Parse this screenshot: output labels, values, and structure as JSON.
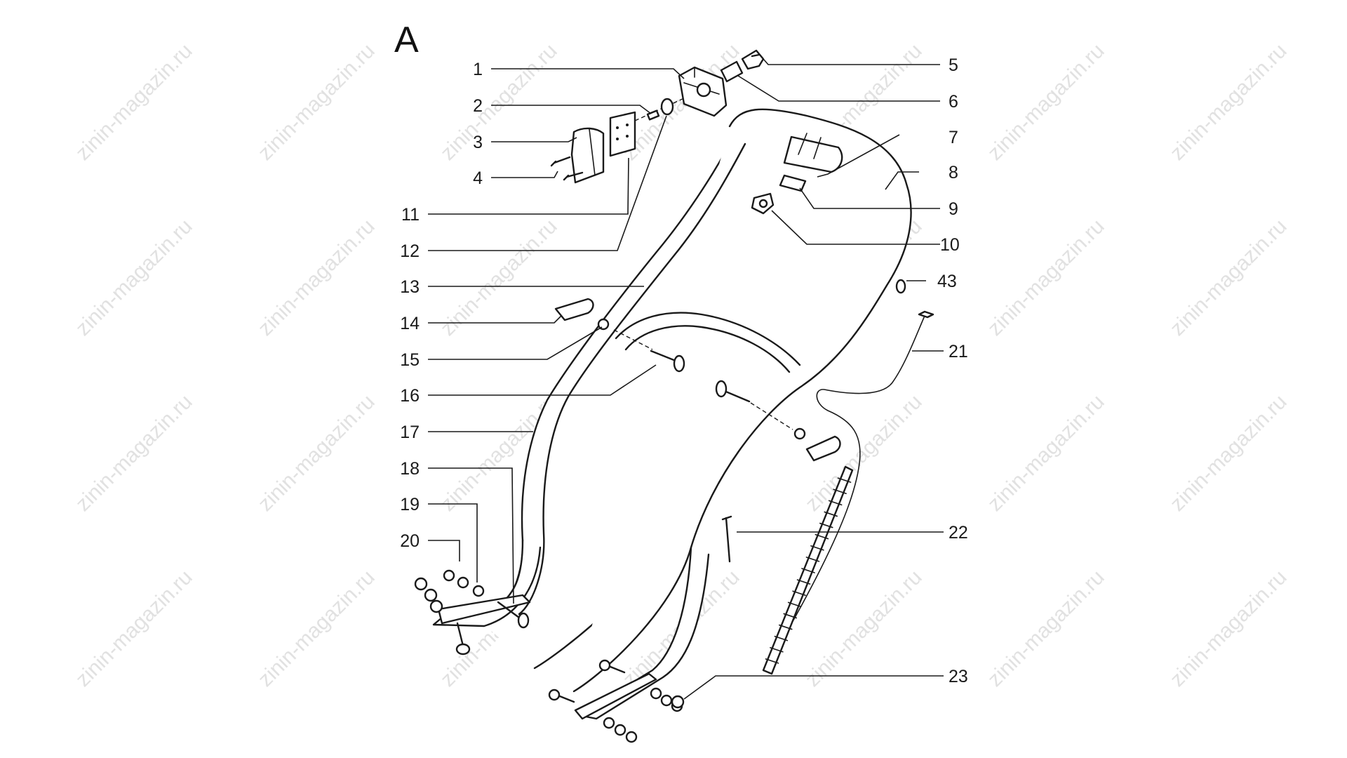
{
  "diagram": {
    "title": "A",
    "watermark": "zinin-magazin.ru",
    "callouts": [
      {
        "id": "c1",
        "label": "1"
      },
      {
        "id": "c2",
        "label": "2"
      },
      {
        "id": "c3",
        "label": "3"
      },
      {
        "id": "c4",
        "label": "4"
      },
      {
        "id": "c5",
        "label": "5"
      },
      {
        "id": "c6",
        "label": "6"
      },
      {
        "id": "c7",
        "label": "7"
      },
      {
        "id": "c8",
        "label": "8"
      },
      {
        "id": "c9",
        "label": "9"
      },
      {
        "id": "c10",
        "label": "10"
      },
      {
        "id": "c11",
        "label": "11"
      },
      {
        "id": "c12",
        "label": "12"
      },
      {
        "id": "c13",
        "label": "13"
      },
      {
        "id": "c14",
        "label": "14"
      },
      {
        "id": "c15",
        "label": "15"
      },
      {
        "id": "c16",
        "label": "16"
      },
      {
        "id": "c17",
        "label": "17"
      },
      {
        "id": "c18",
        "label": "18"
      },
      {
        "id": "c19",
        "label": "19"
      },
      {
        "id": "c20",
        "label": "20"
      },
      {
        "id": "c43",
        "label": "43"
      },
      {
        "id": "c21",
        "label": "21"
      },
      {
        "id": "c22",
        "label": "22"
      },
      {
        "id": "c23",
        "label": "23"
      }
    ]
  }
}
